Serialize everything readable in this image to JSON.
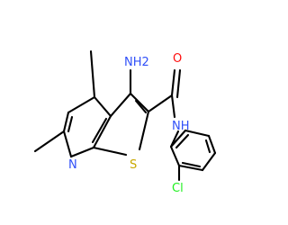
{
  "molecule": {
    "atoms": {
      "nh2": "NH2",
      "o": "O",
      "nh": "NH",
      "n_ring": "N",
      "s": "S",
      "cl": "Cl"
    },
    "colors": {
      "bond": "#000000",
      "nitrogen": "#3050F8",
      "oxygen": "#FF0D0D",
      "sulfur": "#C8A800",
      "chlorine": "#1FF01F",
      "carbon": "#000000"
    }
  }
}
